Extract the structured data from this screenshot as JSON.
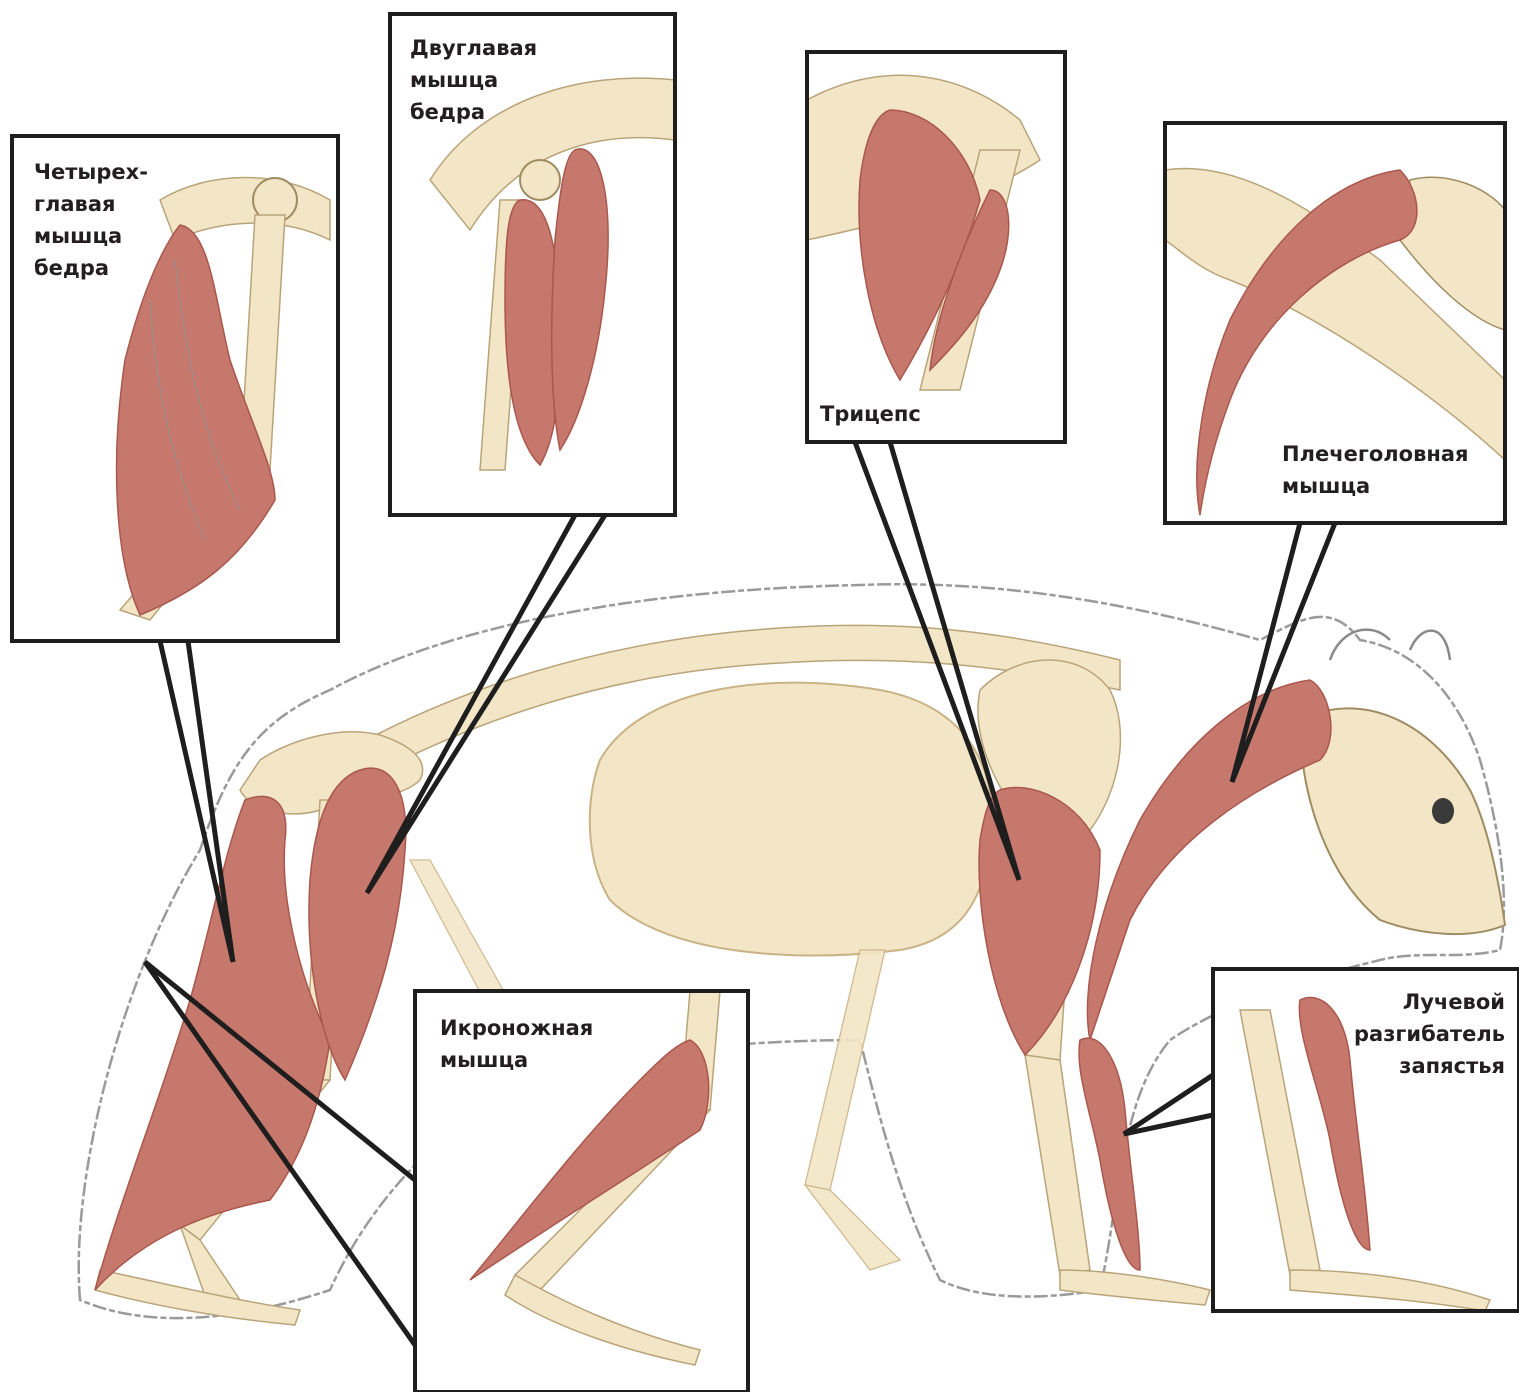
{
  "colors": {
    "bone": "#f3e6c6",
    "bone_shadow": "#e2cf9f",
    "muscle": "#c7786c",
    "muscle_dark": "#a9574c",
    "tendon": "#6fa2a4",
    "fur_line": "#9a9a9a",
    "outline": "#231f20",
    "panel_border": "#1e1e1e",
    "background": "#ffffff"
  },
  "labels": {
    "quadriceps": "Четырех-\nглавая\nмышца\nбедра",
    "biceps_femoris": "Двуглавая\nмышца\nбедра",
    "triceps": "Трицепс",
    "brachiocephalicus": "Плечеголовная\nмышца",
    "gastrocnemius": "Икроножная\nмышца",
    "extensor_carpi_radialis": "Лучевой\nразгибатель\nзапястья"
  }
}
